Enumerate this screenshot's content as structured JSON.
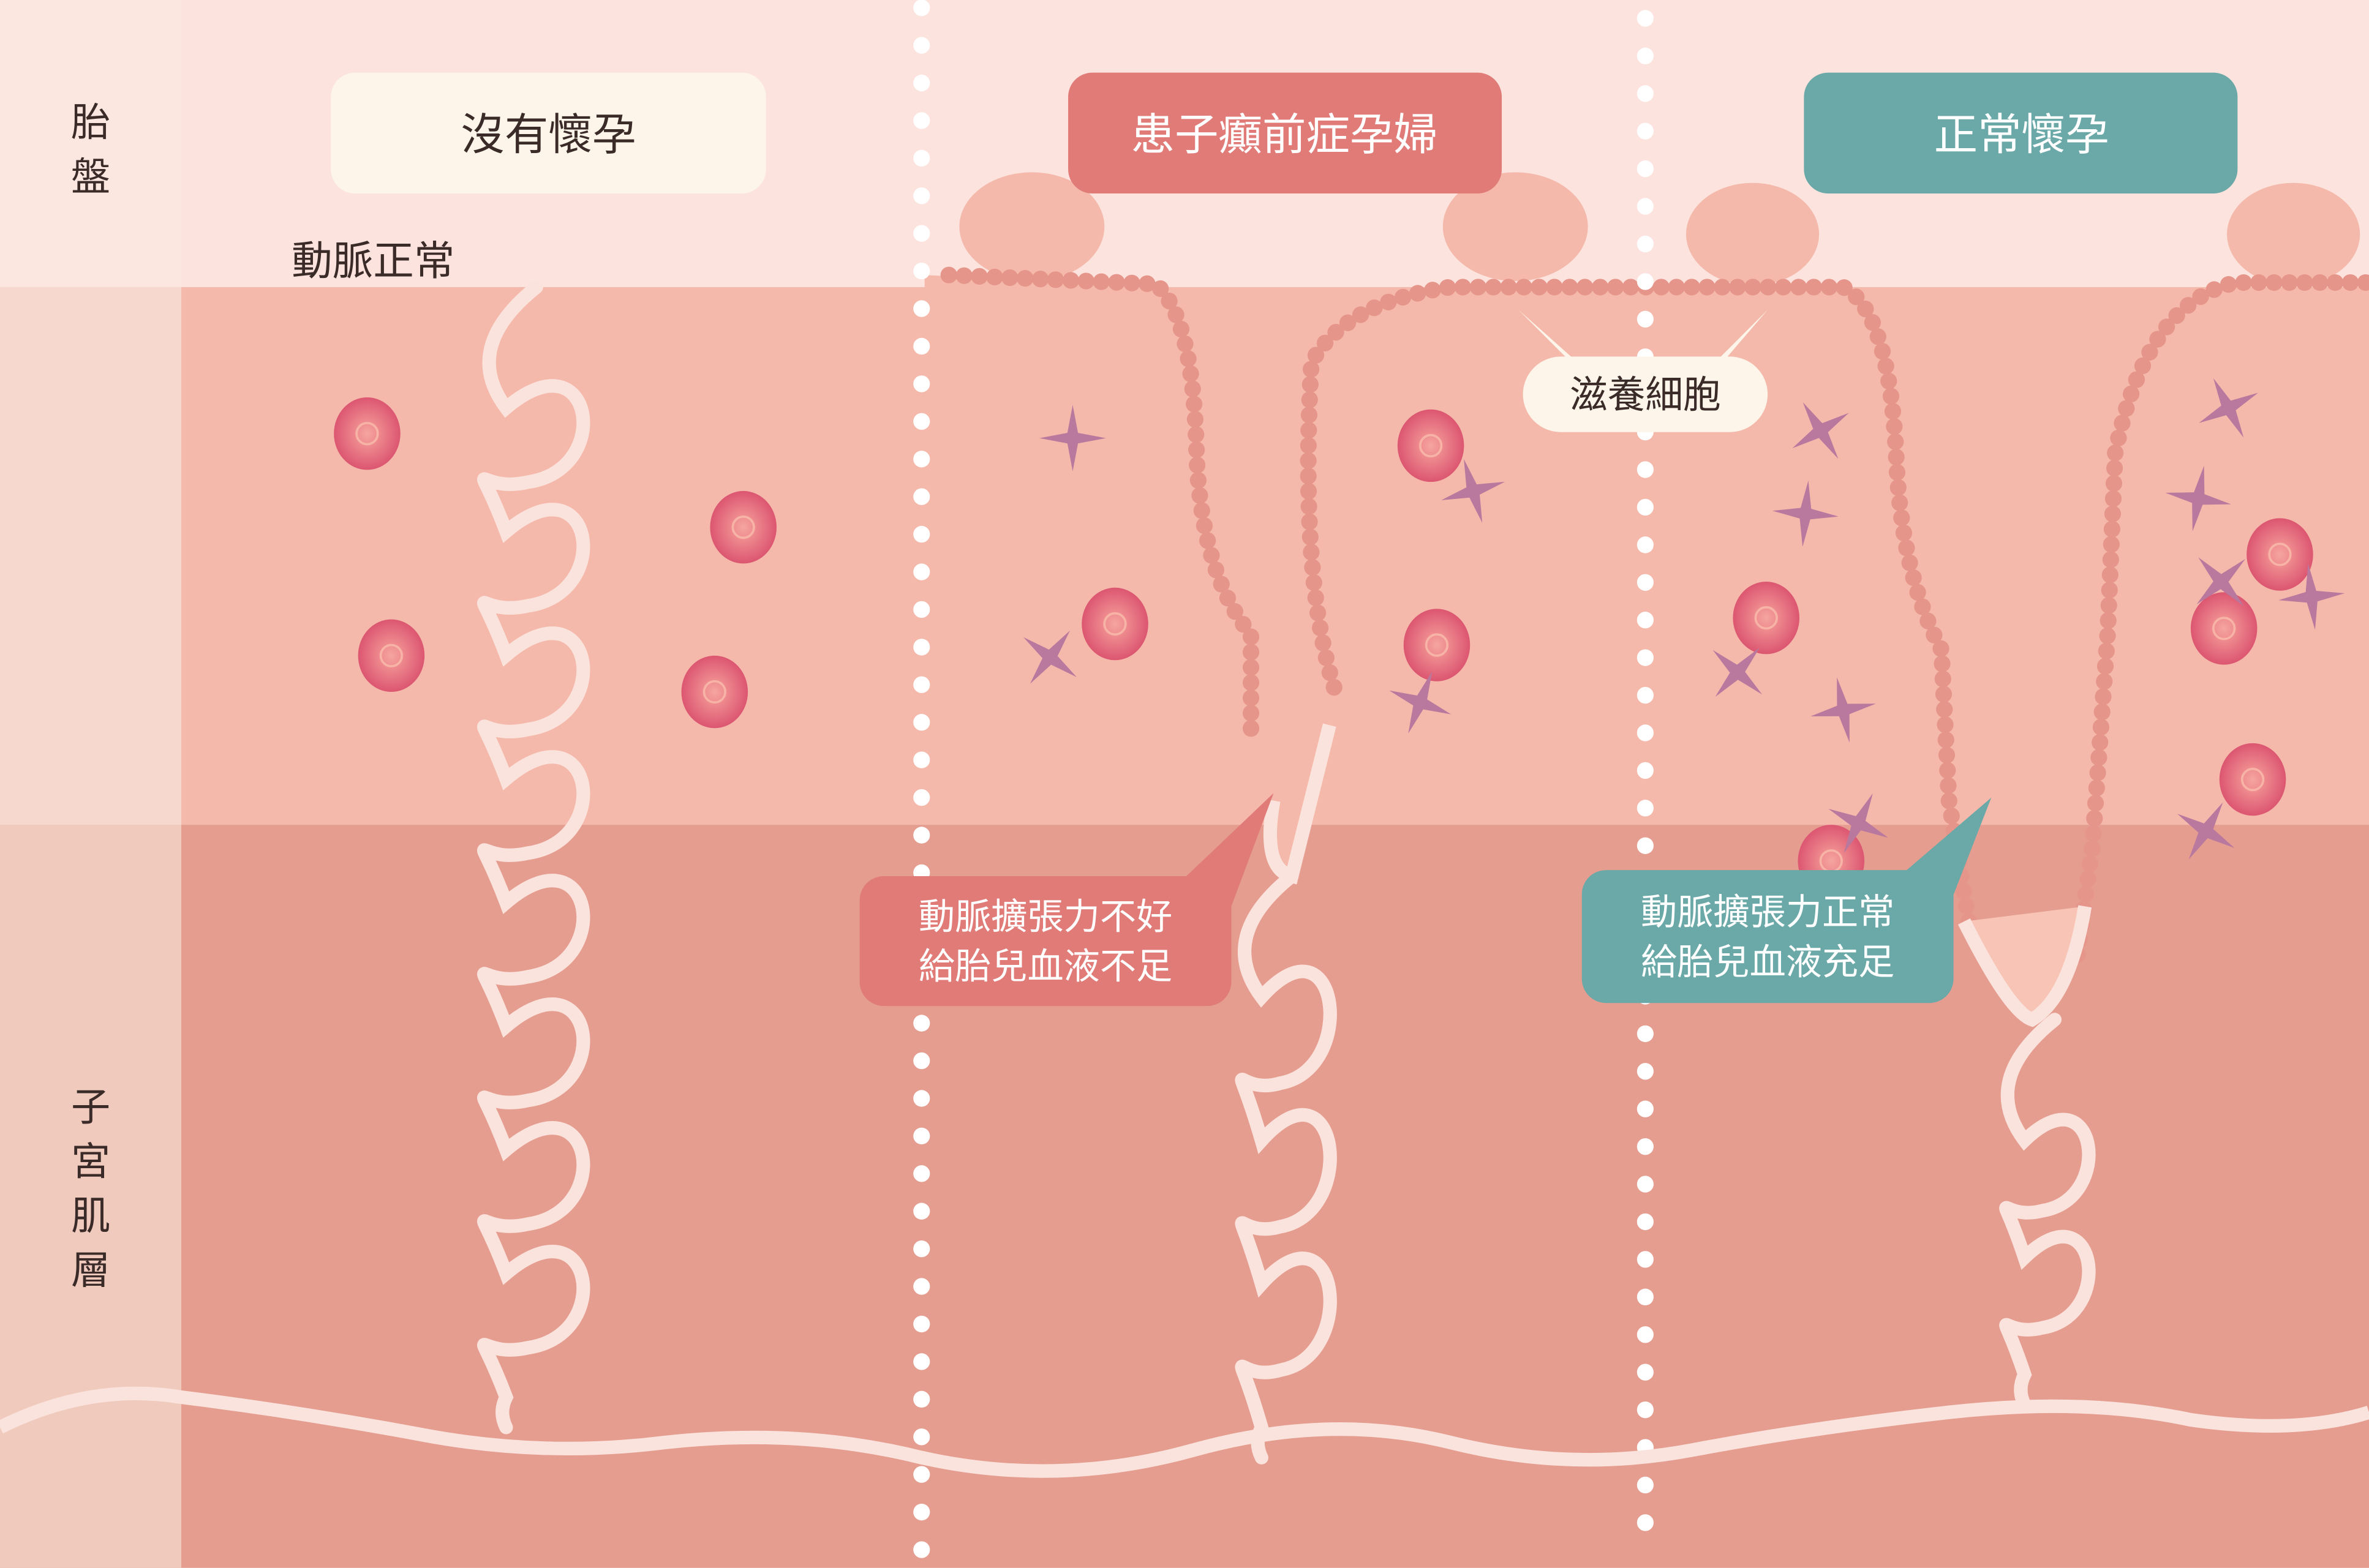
{
  "side_labels": {
    "placenta": [
      "胎",
      "盤"
    ],
    "myometrium": [
      "子",
      "宮",
      "肌",
      "層"
    ]
  },
  "columns": [
    {
      "title": "沒有懷孕",
      "color": "#fdf5ea",
      "text_color": "#3a2a28"
    },
    {
      "title": "患子癲前症孕婦",
      "color": "#e07b78",
      "text_color": "#ffffff"
    },
    {
      "title": "正常懷孕",
      "color": "#6aa9a7",
      "text_color": "#ffffff"
    }
  ],
  "labels": {
    "artery_normal": "動脈正常",
    "trophoblast": "滋養細胞",
    "callout_poor": [
      "動脈擴張力不好",
      "給胎兒血液不足"
    ],
    "callout_good": [
      "動脈擴張力正常",
      "給胎兒血液充足"
    ]
  },
  "colors": {
    "placenta_bg": "#fce3de",
    "decidua_bg": "#f4b9aa",
    "myometrium_bg": "#e59d90",
    "artery": "#fbe3dd",
    "cell": "#e4607a",
    "trophoblast_star": "#b9789e",
    "bead": "#e6958a"
  }
}
